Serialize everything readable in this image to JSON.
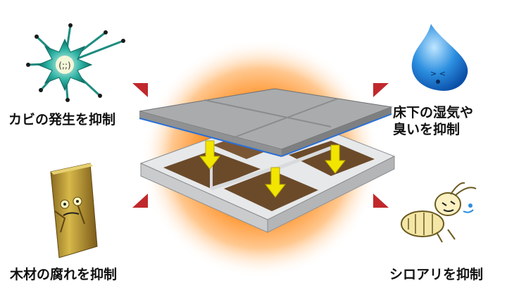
{
  "labels": {
    "top_left": "カビの発生を抑制",
    "top_right_line1": "床下の湿気や",
    "top_right_line2": "臭いを抑制",
    "bottom_left": "木材の腐れを抑制",
    "bottom_right": "シロアリを抑制"
  },
  "icons": {
    "top_left": "mold-spore-icon",
    "top_right": "water-droplet-icon",
    "bottom_left": "rotting-wood-icon",
    "bottom_right": "termite-icon"
  },
  "colors": {
    "glow_center": "#ff7a00",
    "arrow_pointer": "#c0282c",
    "down_arrow": "#f2e600",
    "slab": "#9a9c9e",
    "soil": "#6b4a2a"
  }
}
